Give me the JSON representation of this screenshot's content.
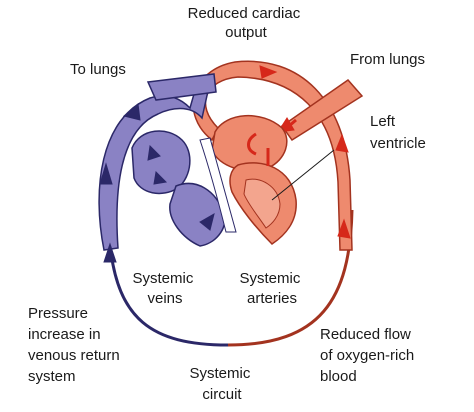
{
  "labels": {
    "reduced_cardiac_output": [
      "Reduced cardiac",
      "output"
    ],
    "to_lungs": "To lungs",
    "from_lungs": "From lungs",
    "left_ventricle": [
      "Left",
      "ventricle"
    ],
    "systemic_veins": [
      "Systemic",
      "veins"
    ],
    "systemic_arteries": [
      "Systemic",
      "arteries"
    ],
    "pressure_increase": [
      "Pressure",
      "increase in",
      "venous return",
      "system"
    ],
    "reduced_flow": [
      "Reduced flow",
      "of oxygen-rich",
      "blood"
    ],
    "systemic_circuit": [
      "Systemic",
      "circuit"
    ]
  },
  "colors": {
    "venous_fill": "#8a82c4",
    "venous_stroke": "#2b2868",
    "arterial_fill": "#ee8a6e",
    "arterial_stroke": "#a3331f",
    "arterial_arrow": "#d6281a"
  }
}
